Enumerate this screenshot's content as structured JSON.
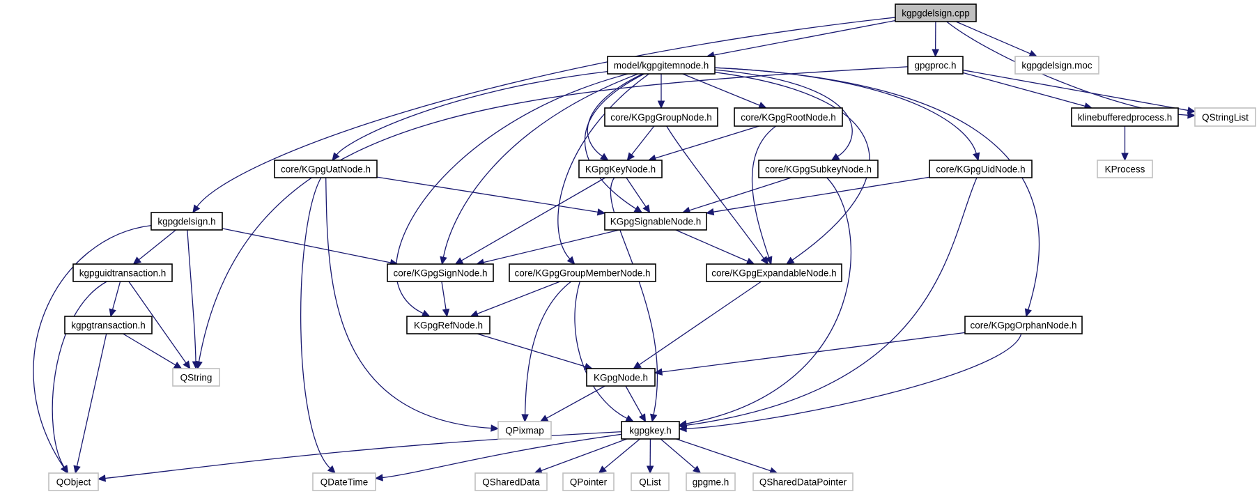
{
  "diagram": {
    "type": "include-dependency-graph",
    "colors": {
      "edge": "#191970",
      "root_fill": "#bfbfbf",
      "internal_border": "#000000",
      "external_border": "#bfbfbf"
    },
    "nodes": [
      {
        "id": "cpp",
        "label": "kgpgdelsign.cpp",
        "kind": "root"
      },
      {
        "id": "delsign_h",
        "label": "kgpgdelsign.h",
        "kind": "internal"
      },
      {
        "id": "itemnode",
        "label": "model/kgpgitemnode.h",
        "kind": "internal"
      },
      {
        "id": "gpgproc",
        "label": "gpgproc.h",
        "kind": "internal"
      },
      {
        "id": "moc",
        "label": "kgpgdelsign.moc",
        "kind": "external"
      },
      {
        "id": "qstringlist",
        "label": "QStringList",
        "kind": "external"
      },
      {
        "id": "klbp",
        "label": "klinebufferedprocess.h",
        "kind": "internal"
      },
      {
        "id": "kprocess",
        "label": "KProcess",
        "kind": "external"
      },
      {
        "id": "groupnode",
        "label": "core/KGpgGroupNode.h",
        "kind": "internal"
      },
      {
        "id": "rootnode",
        "label": "core/KGpgRootNode.h",
        "kind": "internal"
      },
      {
        "id": "uatnode",
        "label": "core/KGpgUatNode.h",
        "kind": "internal"
      },
      {
        "id": "keynode",
        "label": "KGpgKeyNode.h",
        "kind": "internal"
      },
      {
        "id": "subkeynode",
        "label": "core/KGpgSubkeyNode.h",
        "kind": "internal"
      },
      {
        "id": "uidnode",
        "label": "core/KGpgUidNode.h",
        "kind": "internal"
      },
      {
        "id": "signablenode",
        "label": "KGpgSignableNode.h",
        "kind": "internal"
      },
      {
        "id": "uidtrans",
        "label": "kgpguidtransaction.h",
        "kind": "internal"
      },
      {
        "id": "signnode",
        "label": "core/KGpgSignNode.h",
        "kind": "internal"
      },
      {
        "id": "groupmembernode",
        "label": "core/KGpgGroupMemberNode.h",
        "kind": "internal"
      },
      {
        "id": "expandablenode",
        "label": "core/KGpgExpandableNode.h",
        "kind": "internal"
      },
      {
        "id": "transaction",
        "label": "kgpgtransaction.h",
        "kind": "internal"
      },
      {
        "id": "refnode",
        "label": "KGpgRefNode.h",
        "kind": "internal"
      },
      {
        "id": "orphannode",
        "label": "core/KGpgOrphanNode.h",
        "kind": "internal"
      },
      {
        "id": "qstring",
        "label": "QString",
        "kind": "external"
      },
      {
        "id": "kgpgnode",
        "label": "KGpgNode.h",
        "kind": "internal"
      },
      {
        "id": "qpixmap",
        "label": "QPixmap",
        "kind": "external"
      },
      {
        "id": "kgpgkey",
        "label": "kgpgkey.h",
        "kind": "internal"
      },
      {
        "id": "qobject",
        "label": "QObject",
        "kind": "external"
      },
      {
        "id": "qdatetime",
        "label": "QDateTime",
        "kind": "external"
      },
      {
        "id": "qshareddata",
        "label": "QSharedData",
        "kind": "external"
      },
      {
        "id": "qpointer",
        "label": "QPointer",
        "kind": "external"
      },
      {
        "id": "qlist",
        "label": "QList",
        "kind": "external"
      },
      {
        "id": "gpgme",
        "label": "gpgme.h",
        "kind": "external"
      },
      {
        "id": "qshareddatapointer",
        "label": "QSharedDataPointer",
        "kind": "external"
      }
    ],
    "edges": [
      [
        "cpp",
        "delsign_h"
      ],
      [
        "cpp",
        "itemnode"
      ],
      [
        "cpp",
        "gpgproc"
      ],
      [
        "cpp",
        "moc"
      ],
      [
        "cpp",
        "qstringlist"
      ],
      [
        "gpgproc",
        "qstring"
      ],
      [
        "gpgproc",
        "klbp"
      ],
      [
        "gpgproc",
        "qstringlist"
      ],
      [
        "klbp",
        "kprocess"
      ],
      [
        "itemnode",
        "groupnode"
      ],
      [
        "itemnode",
        "rootnode"
      ],
      [
        "itemnode",
        "keynode"
      ],
      [
        "itemnode",
        "subkeynode"
      ],
      [
        "itemnode",
        "uatnode"
      ],
      [
        "itemnode",
        "uidnode"
      ],
      [
        "itemnode",
        "signablenode"
      ],
      [
        "itemnode",
        "signnode"
      ],
      [
        "itemnode",
        "refnode"
      ],
      [
        "itemnode",
        "groupmembernode"
      ],
      [
        "itemnode",
        "expandablenode"
      ],
      [
        "itemnode",
        "orphannode"
      ],
      [
        "groupnode",
        "keynode"
      ],
      [
        "groupnode",
        "expandablenode"
      ],
      [
        "rootnode",
        "keynode"
      ],
      [
        "rootnode",
        "expandablenode"
      ],
      [
        "uatnode",
        "signablenode"
      ],
      [
        "uatnode",
        "qdatetime"
      ],
      [
        "uatnode",
        "qpixmap"
      ],
      [
        "keynode",
        "signablenode"
      ],
      [
        "keynode",
        "signnode"
      ],
      [
        "keynode",
        "kgpgkey"
      ],
      [
        "subkeynode",
        "signablenode"
      ],
      [
        "subkeynode",
        "kgpgkey"
      ],
      [
        "uidnode",
        "signablenode"
      ],
      [
        "uidnode",
        "kgpgkey"
      ],
      [
        "signablenode",
        "signnode"
      ],
      [
        "signablenode",
        "expandablenode"
      ],
      [
        "delsign_h",
        "uidtrans"
      ],
      [
        "delsign_h",
        "qstring"
      ],
      [
        "delsign_h",
        "qobject"
      ],
      [
        "delsign_h",
        "signnode"
      ],
      [
        "uidtrans",
        "transaction"
      ],
      [
        "uidtrans",
        "qstring"
      ],
      [
        "uidtrans",
        "qobject"
      ],
      [
        "transaction",
        "qstring"
      ],
      [
        "transaction",
        "qobject"
      ],
      [
        "signnode",
        "refnode"
      ],
      [
        "groupmembernode",
        "refnode"
      ],
      [
        "groupmembernode",
        "qpixmap"
      ],
      [
        "groupmembernode",
        "kgpgkey"
      ],
      [
        "expandablenode",
        "kgpgnode"
      ],
      [
        "refnode",
        "kgpgnode"
      ],
      [
        "orphannode",
        "kgpgnode"
      ],
      [
        "orphannode",
        "kgpgkey"
      ],
      [
        "kgpgnode",
        "qpixmap"
      ],
      [
        "kgpgnode",
        "kgpgkey"
      ],
      [
        "kgpgkey",
        "qobject"
      ],
      [
        "kgpgkey",
        "qdatetime"
      ],
      [
        "kgpgkey",
        "qshareddata"
      ],
      [
        "kgpgkey",
        "qpointer"
      ],
      [
        "kgpgkey",
        "qlist"
      ],
      [
        "kgpgkey",
        "gpgme"
      ],
      [
        "kgpgkey",
        "qshareddatapointer"
      ]
    ]
  }
}
